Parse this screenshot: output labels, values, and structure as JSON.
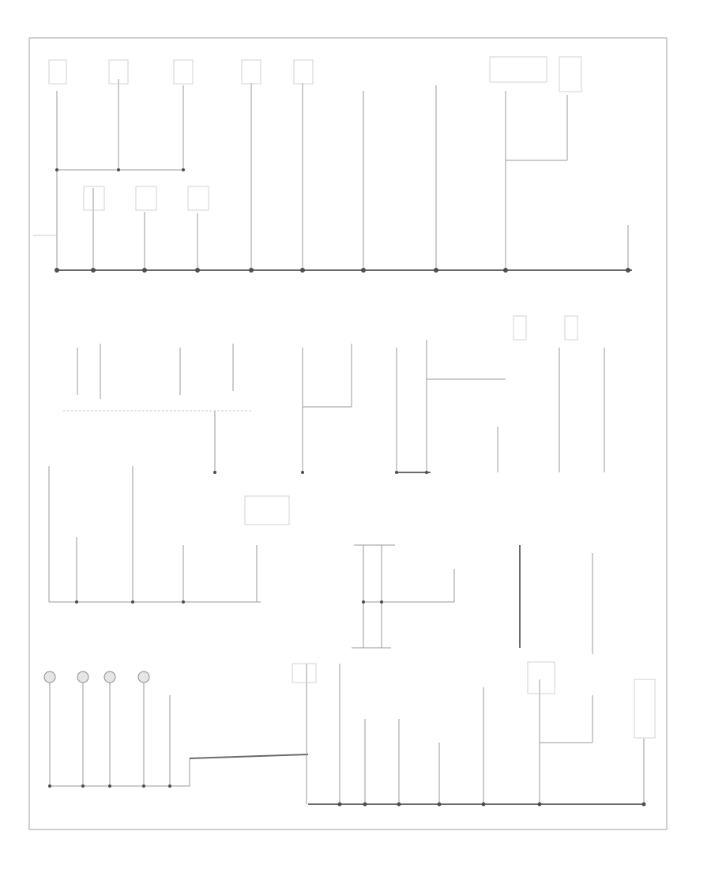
{
  "figure_code": "",
  "ground_points": [
    {
      "id": "G1",
      "label": ""
    },
    {
      "id": "G2",
      "label": ""
    },
    {
      "id": "G3",
      "label": ""
    },
    {
      "id": "G4",
      "label": ""
    }
  ],
  "components": [],
  "wire_labels": [],
  "colors": {
    "background": "#ffffff",
    "wire": "#9a9a9a",
    "ground_bus": "#6a6a6a",
    "splice_node": "#4d4d4d",
    "frame": "#b0b0b0"
  }
}
